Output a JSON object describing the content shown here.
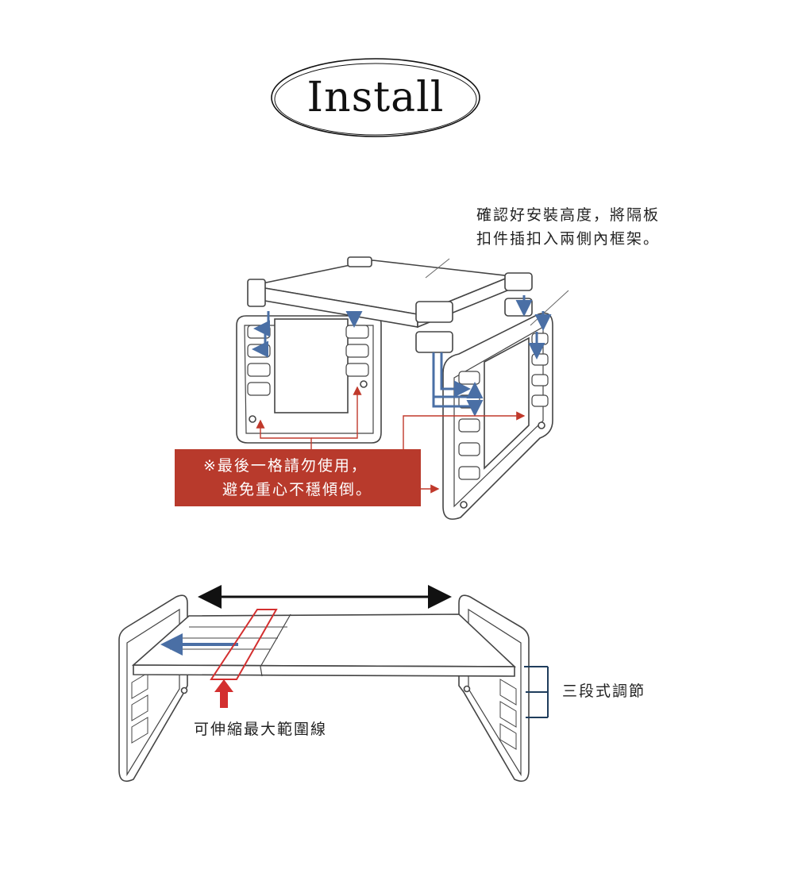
{
  "title": "Install",
  "top_note": {
    "line1": "確認好安裝高度，將隔板",
    "line2": "扣件插扣入兩側內框架。"
  },
  "warning": {
    "line1": "※最後一格請勿使用，",
    "line2": "避免重心不穩傾倒。"
  },
  "bottom_labels": {
    "extension_limit": "可伸縮最大範圍線",
    "adjustment": "三段式調節"
  },
  "colors": {
    "accent_red": "#b83a2c",
    "arrow_blue": "#4a6fa5",
    "bracket_navy": "#1f3d5c",
    "line_gray": "#444444"
  }
}
